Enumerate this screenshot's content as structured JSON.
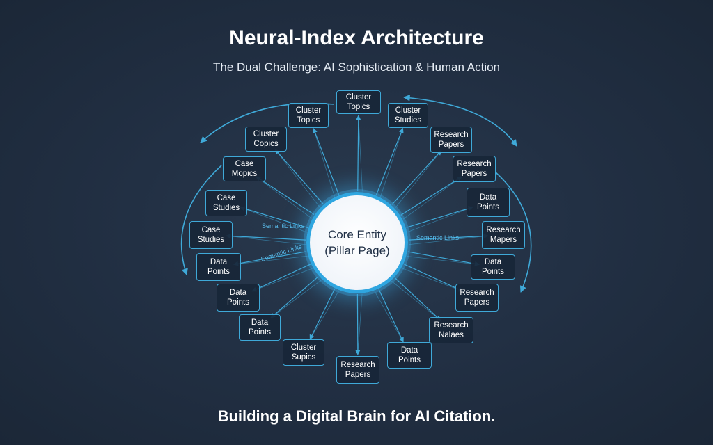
{
  "title": "Neural-Index Architecture",
  "subtitle": "The Dual Challenge: AI Sophistication & Human Action",
  "tagline": "Building a Digital Brain for AI Citation.",
  "core": {
    "label": "Core Entity\n(Pillar Page)"
  },
  "nodes": [
    {
      "label": "Cluster\nTopics"
    },
    {
      "label": "Cluster\nTopics"
    },
    {
      "label": "Cluster\nStudies"
    },
    {
      "label": "Cluster\nCopics"
    },
    {
      "label": "Research\nPapers"
    },
    {
      "label": "Case\nMopics"
    },
    {
      "label": "Research\nPapers"
    },
    {
      "label": "Case\nStudies"
    },
    {
      "label": "Data\nPoints"
    },
    {
      "label": "Case\nStudies"
    },
    {
      "label": "Research\nMapers"
    },
    {
      "label": "Data\nPoints"
    },
    {
      "label": "Data Points"
    },
    {
      "label": "Data\nPoints"
    },
    {
      "label": "Research\nPapers"
    },
    {
      "label": "Data\nPoints"
    },
    {
      "label": "Research\nNalaes"
    },
    {
      "label": "Cluster\nSupics"
    },
    {
      "label": "Data Points"
    },
    {
      "label": "Research\nPapers"
    }
  ],
  "link_labels": [
    "Semantic Links",
    "Semantic Links",
    "Semantic Links"
  ],
  "colors": {
    "background": "#223044",
    "accent": "#3fa9d8",
    "core_fill": "#ffffff",
    "text": "#ffffff"
  }
}
